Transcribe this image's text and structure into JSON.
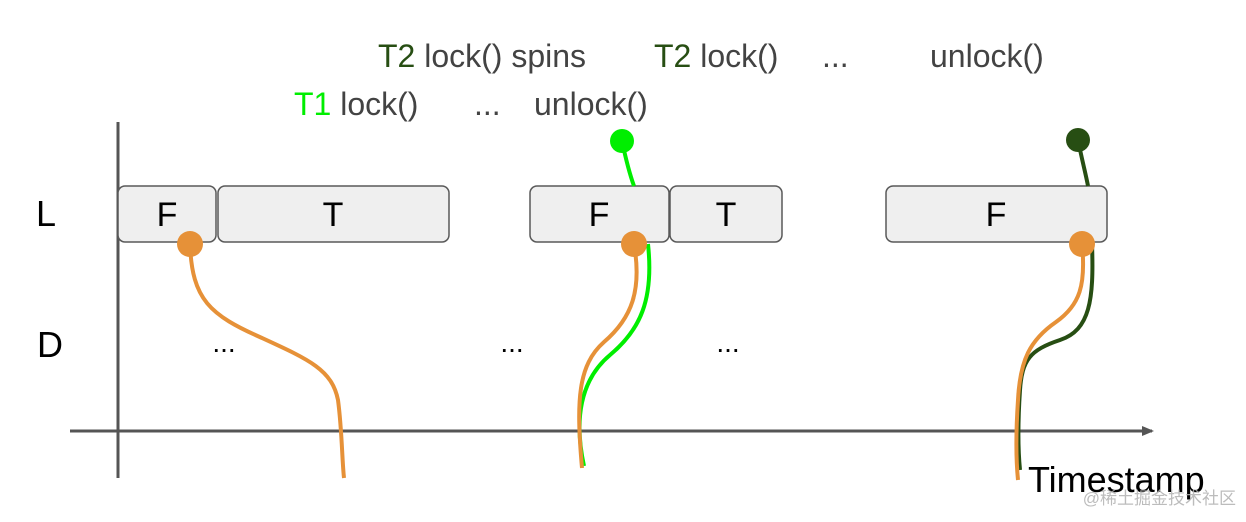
{
  "header": {
    "row1": [
      {
        "prefix": "T2",
        "text": " lock() spins"
      },
      {
        "prefix": "T2",
        "text": " lock()"
      },
      {
        "prefix": "",
        "text": "..."
      },
      {
        "prefix": "",
        "text": "unlock()"
      }
    ],
    "row2": [
      {
        "prefix": "T1",
        "text": " lock()"
      },
      {
        "prefix": "",
        "text": "..."
      },
      {
        "prefix": "",
        "text": "unlock()"
      }
    ]
  },
  "axis": {
    "y_labels": [
      "L",
      "D"
    ],
    "x_label": "Timestamp"
  },
  "blocks": [
    {
      "label": "F"
    },
    {
      "label": "T"
    },
    {
      "label": "F"
    },
    {
      "label": "T"
    },
    {
      "label": "F"
    }
  ],
  "ellipses": [
    "...",
    "...",
    "..."
  ],
  "watermark": "@稀土掘金技术社区",
  "colors": {
    "t1": "#00ee00",
    "t2": "#274e13",
    "orange": "#e69138",
    "text": "#434343",
    "axis": "#555555",
    "block_fill": "#efefef",
    "block_stroke": "#595959"
  }
}
